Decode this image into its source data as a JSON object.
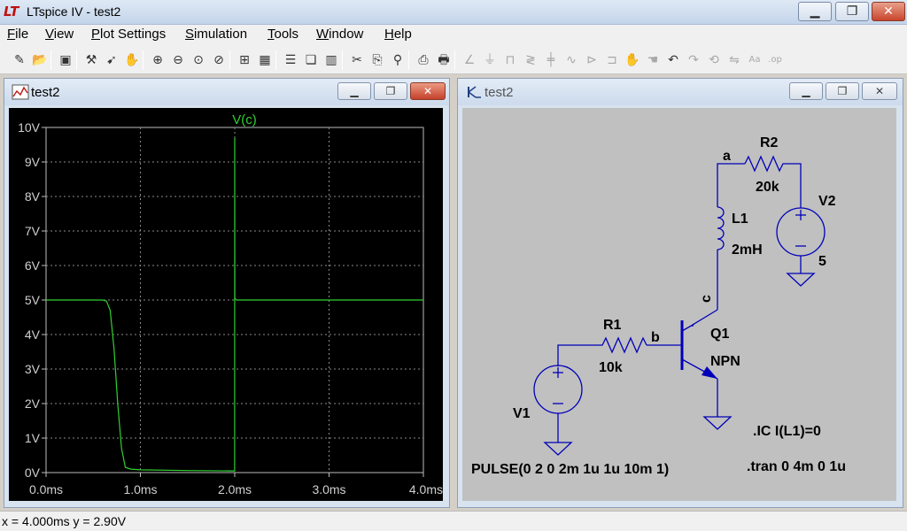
{
  "app": {
    "title": "LTspice IV - test2",
    "logo": "LT",
    "window_controls": [
      "minimize-icon",
      "restore-icon",
      "close-icon"
    ]
  },
  "menu": [
    {
      "label": "File",
      "accel": "F"
    },
    {
      "label": "View",
      "accel": "V"
    },
    {
      "label": "Plot Settings",
      "accel": "P"
    },
    {
      "label": "Simulation",
      "accel": "S"
    },
    {
      "label": "Tools",
      "accel": "T"
    },
    {
      "label": "Window",
      "accel": "W"
    },
    {
      "label": "Help",
      "accel": "H"
    }
  ],
  "toolbar": {
    "icons": [
      "new-schematic-icon",
      "open-icon",
      "save-icon",
      "control-panel-icon",
      "run-icon",
      "halt-icon",
      "zoom-in-icon",
      "zoom-out-icon",
      "zoom-fit-icon",
      "zoom-cancel-icon",
      "autorange-icon",
      "grid-icon",
      "tile-horizontal-icon",
      "cascade-icon",
      "tile-vertical-icon",
      "cut-icon",
      "copy-icon",
      "find-icon",
      "print-preview-icon",
      "print-icon",
      "wire-icon",
      "ground-icon",
      "label-icon",
      "resistor-icon",
      "capacitor-icon",
      "inductor-icon",
      "diode-icon",
      "component-icon",
      "move-icon",
      "drag-icon",
      "undo-icon",
      "redo-icon",
      "rotate-icon",
      "mirror-icon",
      "text-icon",
      "spice-directive-icon"
    ]
  },
  "plot_window": {
    "title": "test2",
    "trace_label": "V(c)",
    "trace_color": "#30d030"
  },
  "schematic_window": {
    "title": "test2",
    "components": {
      "R1": {
        "name": "R1",
        "value": "10k"
      },
      "R2": {
        "name": "R2",
        "value": "20k"
      },
      "L1": {
        "name": "L1",
        "value": "2mH"
      },
      "Q1": {
        "name": "Q1",
        "value": "NPN"
      },
      "V1": {
        "name": "V1",
        "value": "PULSE(0 2 0 2m 1u 1u 10m 1)"
      },
      "V2": {
        "name": "V2",
        "value": "5"
      }
    },
    "nets": {
      "a": "a",
      "b": "b",
      "c": "c"
    },
    "directives": {
      "ic": ".IC I(L1)=0",
      "tran": ".tran 0 4m 0 1u"
    }
  },
  "status": {
    "text": "x = 4.000ms   y = 2.90V"
  },
  "chart_data": {
    "type": "line",
    "xlabel": "",
    "ylabel": "",
    "x_tick_labels": [
      "0.0ms",
      "1.0ms",
      "2.0ms",
      "3.0ms",
      "4.0ms"
    ],
    "y_tick_labels": [
      "0V",
      "1V",
      "2V",
      "3V",
      "4V",
      "5V",
      "6V",
      "7V",
      "8V",
      "9V",
      "10V"
    ],
    "xlim": [
      0,
      4
    ],
    "ylim": [
      0,
      10
    ],
    "x_unit": "ms",
    "y_unit": "V",
    "grid": true,
    "series": [
      {
        "name": "V(c)",
        "x": [
          0,
          0.3,
          0.6,
          0.64,
          0.68,
          0.72,
          0.76,
          0.8,
          0.84,
          0.9,
          1.0,
          1.5,
          1.98,
          1.999,
          2.0,
          2.001,
          2.02,
          2.5,
          3.0,
          4.0
        ],
        "y": [
          5.0,
          5.0,
          5.0,
          4.97,
          4.7,
          3.6,
          2.0,
          0.7,
          0.15,
          0.1,
          0.08,
          0.06,
          0.05,
          0.05,
          9.7,
          5.05,
          5.0,
          5.0,
          5.0,
          5.0
        ]
      }
    ]
  }
}
